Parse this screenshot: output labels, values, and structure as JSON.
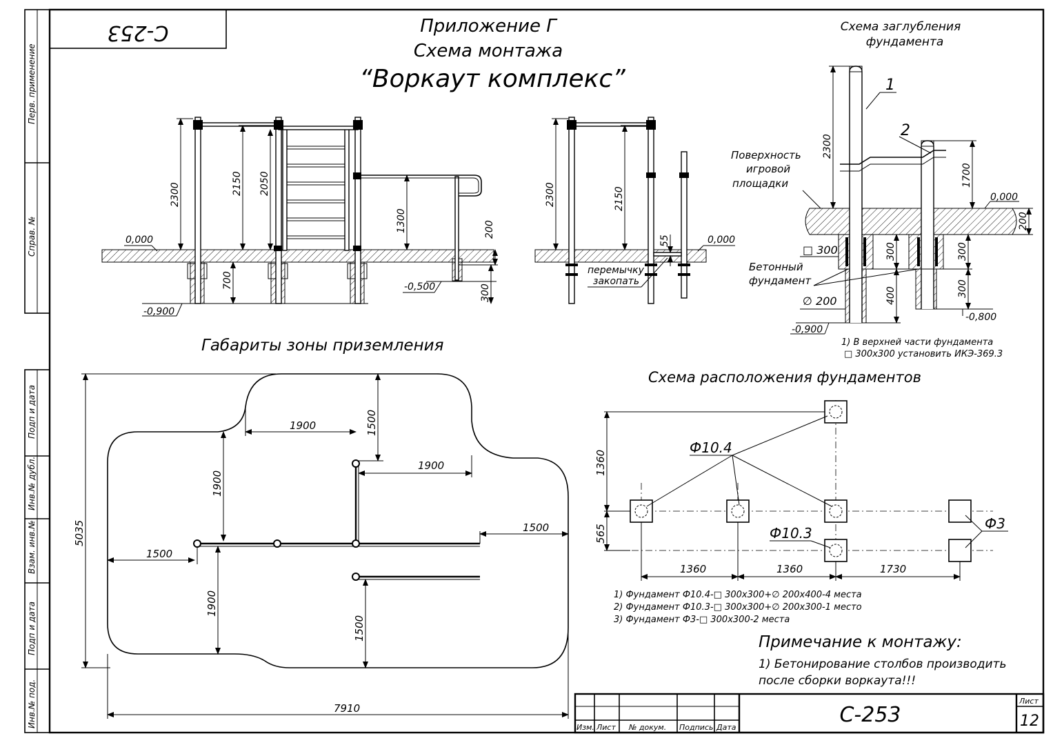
{
  "stamp": {
    "code": "С-253"
  },
  "header": {
    "appendix": "Приложение Г",
    "subtitle": "Схема монтажа",
    "title": "“Воркаут комплекс”"
  },
  "side_labels": {
    "perv": "Перв. применение",
    "sprav": "Справ. №",
    "podp1": "Подп и дата",
    "inv_dubl": "Инв.№ дубл.",
    "vzam": "Взам. инв.№",
    "podp2": "Подп и дата",
    "inv_pod": "Инв.№ под."
  },
  "elevation_front": {
    "h1": "2300",
    "h2": "2150",
    "h3": "2050",
    "h4": "1300",
    "h5": "200",
    "d1": "700",
    "d2": "300",
    "lvl0": "0,000",
    "lvl_m05": "-0,500",
    "lvl_m09": "-0,900"
  },
  "elevation_side": {
    "h1": "2300",
    "h2": "2150",
    "h3": "55",
    "lvl0": "0,000",
    "note_line1": "перемычку",
    "note_line2": "закопать"
  },
  "depth_scheme": {
    "title_line1": "Схема заглубления",
    "title_line2": "фундамента",
    "pos1": "1",
    "pos2": "2",
    "h1": "2300",
    "h2": "1700",
    "h3": "200",
    "d1": "300",
    "d2": "400",
    "d3": "300",
    "d4": "300",
    "lvl0": "0,000",
    "lvl_m09": "-0,900",
    "lvl_m08": "-0,800",
    "surface_line1": "Поверхность",
    "surface_line2": "игровой",
    "surface_line3": "площадки",
    "square": "□ 300",
    "found_line1": "Бетонный",
    "found_line2": "фундамент",
    "diam": "∅ 200",
    "note_line1": "1) В верхней части фундамента",
    "note_line2": "□ 300х300 установить ИКЭ-369.3"
  },
  "landing_zone": {
    "title": "Габариты зоны приземления",
    "dims": {
      "top_1900": "1900",
      "top_1500": "1500",
      "right_1900": "1900",
      "left_1900": "1900",
      "right_1500": "1500",
      "left_1500": "1500",
      "bottom_1900": "1900",
      "bottom_1500": "1500",
      "total_h": "5035",
      "total_w": "7910"
    }
  },
  "foundations": {
    "title": "Схема расположения фундаментов",
    "f104": "Ф10.4",
    "f103": "Ф10.3",
    "f3": "Ф3",
    "dim_1360_v": "1360",
    "dim_565": "565",
    "dim_1360_a": "1360",
    "dim_1360_b": "1360",
    "dim_1730": "1730",
    "notes": [
      "1) Фундамент Ф10.4-□ 300х300+∅ 200х400-4 места",
      "2) Фундамент Ф10.3-□ 300х300+∅ 200х300-1 место",
      "3) Фундамент Ф3-□ 300х300-2 места"
    ]
  },
  "install_note": {
    "title": "Примечание к монтажу:",
    "line1": "1) Бетонирование столбов производить",
    "line2": "после сборки воркаута!!!"
  },
  "title_block": {
    "izm": "Изм.",
    "list": "Лист",
    "dokum": "№ докум.",
    "podpis": "Подпись",
    "data": "Дата",
    "code": "С-253",
    "list_label": "Лист",
    "list_num": "12"
  }
}
